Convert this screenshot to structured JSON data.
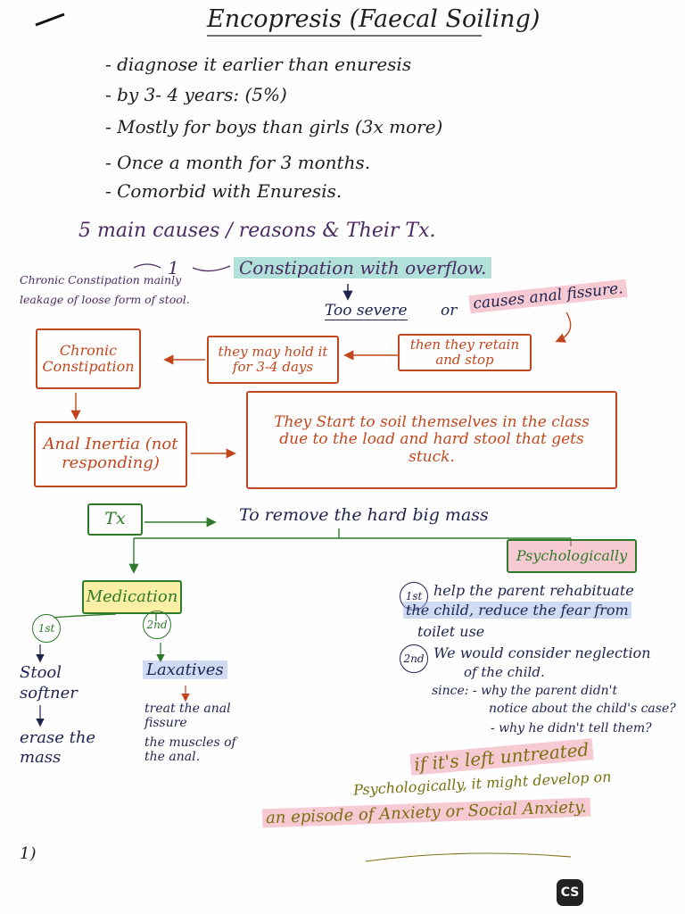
{
  "title": "Encopresis (Faecal Soiling)",
  "bullets": [
    "- diagnose it earlier than enuresis",
    "- by 3- 4 years: (5%)",
    "- Mostly for boys than girls (3x more)",
    "- Once a month for 3 months.",
    "- Comorbid with Enuresis."
  ],
  "causes_heading": "5 main causes / reasons & Their Tx.",
  "cause1": {
    "number": "1",
    "label": "Constipation with overflow.",
    "side_notes": [
      "Chronic Constipation mainly",
      "leakage of loose form of stool."
    ],
    "too_severe": "Too severe",
    "or": "or",
    "causes_fissure": "causes anal fissure.",
    "retain_box": "then they retain and stop",
    "hold_box": "they may hold it for 3-4 days",
    "chronic_box": "Chronic Constipation",
    "inertia_box": "Anal Inertia (not responding)",
    "soil_box": "They Start to soil themselves in the class due to the load and hard stool that gets stuck."
  },
  "tx": {
    "label": "Tx",
    "goal": "To remove the hard big mass",
    "medication": {
      "label": "Medication",
      "first_marker": "1st",
      "second_marker": "2nd",
      "first_item": "Stool softner",
      "first_effect": "erase the mass",
      "second_item": "Laxatives",
      "second_effects": [
        "treat the anal fissure",
        "the muscles of the anal."
      ]
    },
    "psychological": {
      "label": "Psychologically",
      "first_marker": "1st",
      "first_text": [
        "help the parent rehabituate",
        "the child, reduce the fear from",
        "toilet use"
      ],
      "second_marker": "2nd",
      "second_text": [
        "We would consider neglection",
        "of the child.",
        "since: - why the parent didn't",
        "notice about the child's case?",
        "- why he didn't tell them?"
      ]
    }
  },
  "untreated": [
    "if it's left untreated",
    "Psychologically, it might develop on",
    "an episode of Anxiety or Social Anxiety."
  ],
  "margin_mark": "1)",
  "badge": "CS"
}
